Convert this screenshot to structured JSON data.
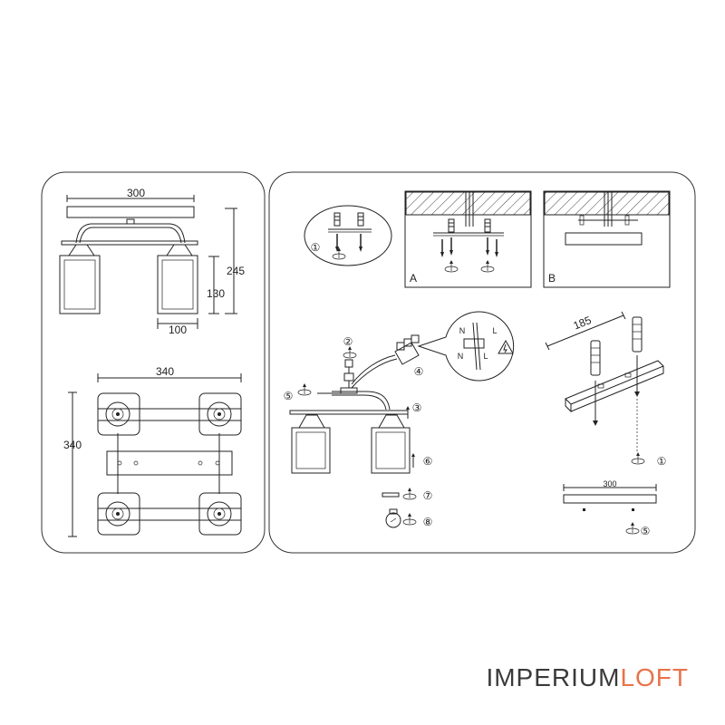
{
  "left_panel": {
    "side_view": {
      "width": "300",
      "height": "245",
      "shade_height": "130",
      "shade_width": "100"
    },
    "top_view": {
      "width": "340",
      "depth": "340"
    }
  },
  "right_panel": {
    "steps": [
      "①",
      "②",
      "③",
      "④",
      "⑤",
      "⑥",
      "⑦",
      "⑧"
    ],
    "step1_label": "①",
    "detail_a_label": "A",
    "detail_b_label": "B",
    "wiring": {
      "n": "N",
      "l": "L"
    },
    "rail_length": "185",
    "bar_length": "300"
  },
  "brand": {
    "part1": "IMPERIUM",
    "part2": "LOFT",
    "color1": "#3a3a3a",
    "color2": "#e8734a"
  }
}
